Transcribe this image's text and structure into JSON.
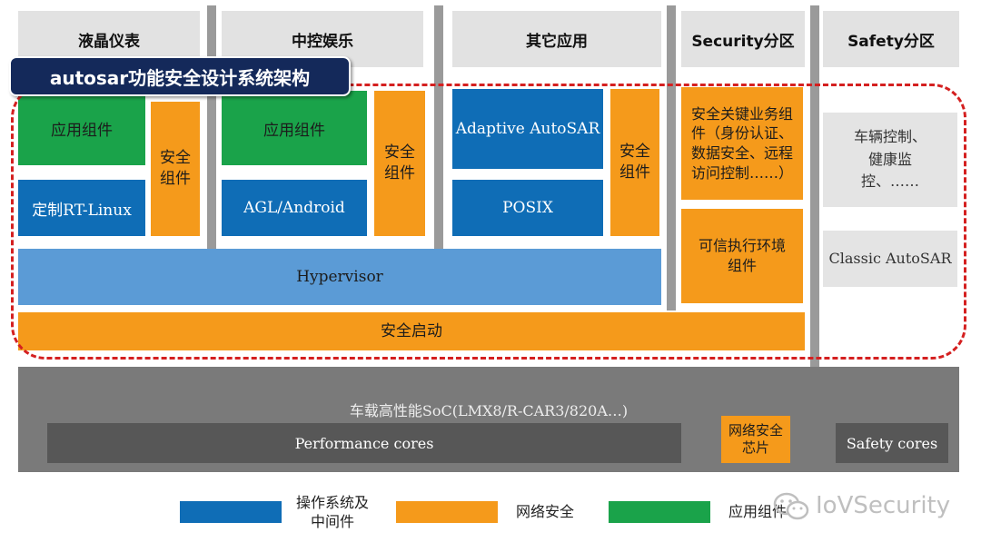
{
  "title_badge": "autosar功能安全设计系统架构",
  "columns": {
    "lcd": "液晶仪表",
    "infotainment": "中控娱乐",
    "other_apps": "其它应用",
    "security": "Security分区",
    "safety": "Safety分区"
  },
  "lcd": {
    "app_component": "应用组件",
    "os": "定制RT-Linux",
    "security_component": "安全组件"
  },
  "infotainment": {
    "app_component": "应用组件",
    "os": "AGL/Android",
    "security_component": "安全组件"
  },
  "other_apps": {
    "adaptive": "Adaptive AutoSAR",
    "posix": "POSIX",
    "security_component": "安全组件"
  },
  "security_zone": {
    "key_business": "安全关键业务组件（身份认证、数据安全、远程访问控制……）",
    "tee": "可信执行环境组件"
  },
  "safety_zone": {
    "vehicle": "车辆控制、健康监控、……",
    "classic": "Classic AutoSAR"
  },
  "hypervisor": "Hypervisor",
  "secure_boot": "安全启动",
  "soc": {
    "label": "车载高性能SoC(LMX8/R-CAR3/820A…)",
    "performance": "Performance cores",
    "network_chip": "网络安全芯片",
    "safety_cores": "Safety cores"
  },
  "legend": [
    {
      "label": "操作系统及中间件",
      "color": "#0f6db6"
    },
    {
      "label": "网络安全",
      "color": "#f59a1b"
    },
    {
      "label": "应用组件",
      "color": "#1aa34a"
    }
  ],
  "watermark": "IoVSecurity",
  "icons": {
    "watermark": "wechat-icon"
  }
}
